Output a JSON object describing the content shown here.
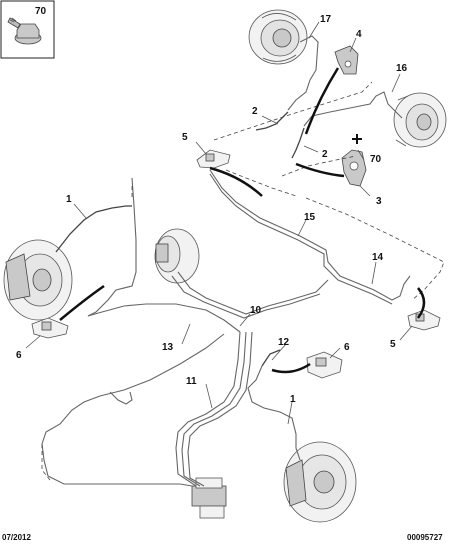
{
  "callouts": {
    "c70_box": "70",
    "c17": "17",
    "c4": "4",
    "c16": "16",
    "c2_top": "2",
    "c2_mid": "2",
    "c70_mid": "70",
    "c5_top": "5",
    "c3": "3",
    "c1_left": "1",
    "c15": "15",
    "c14": "14",
    "c10": "10",
    "c6_left": "6",
    "c13": "13",
    "c12": "12",
    "c6_right": "6",
    "c5_right": "5",
    "c11": "11",
    "c1_right": "1"
  },
  "footer": {
    "date": "07/2012",
    "ref": "00095727"
  }
}
